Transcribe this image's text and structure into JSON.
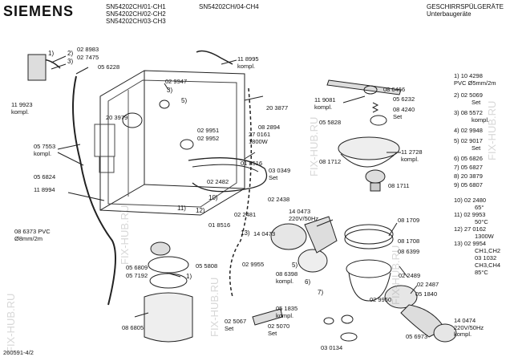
{
  "header": {
    "brand": "SIEMENS",
    "models_left": [
      "SN54202CH/01-CH1",
      "SN54202CH/02-CH2",
      "SN54202CH/03-CH3"
    ],
    "model_right": "SN54202CH/04-CH4",
    "category": "GESCHIRRSPÜLGERÄTE",
    "subcategory": "Unterbaugeräte"
  },
  "footer": {
    "doc_id": "260591-4/2"
  },
  "watermark": "FIX-HUB.RU",
  "parts": [
    "02 8983",
    "02 7475",
    "05 6228",
    "11 8995 kompl.",
    "02 9947",
    "11 9923 kompl.",
    "20 3877",
    "20 3979",
    "08 2894",
    "02 9951",
    "02 9952",
    "27 0161 1800W",
    "05 7553 kompl.",
    "05 6824",
    "01 8516",
    "03 0349 Set",
    "02 2482",
    "11 8994",
    "02 2481",
    "01 8516",
    "08 6373 PVC Ø8mm/2m",
    "05 6809",
    "05 7192",
    "05 5808",
    "08 6805",
    "11 9081 kompl.",
    "08 6466",
    "05 6232",
    "05 5828",
    "08 4240 Set",
    "08 1712",
    "11 2728 kompl.",
    "08 1711",
    "02 2438",
    "14 0473 220V/50Hz",
    "14 0473",
    "02 9955",
    "08 1709",
    "08 1708",
    "08 6398 kompl.",
    "08 6399",
    "02 2489",
    "02 2487",
    "05 1840",
    "02 9950",
    "05 1835 kompl.",
    "02 5067 Set",
    "02 5070 Set",
    "03 0134",
    "05 6973",
    "14 0474 220V/50Hz kompl."
  ],
  "callouts": [
    "1)",
    "2)",
    "3)",
    "3)",
    "5)",
    "10)",
    "11)",
    "12)",
    "13)",
    "1)",
    "5)",
    "6)",
    "7)"
  ],
  "legend": [
    "1) 10 4298",
    "PVC Ø5mm/2m",
    "2) 02 5069",
    "Set",
    "3) 08 5572",
    "kompl.",
    "4) 02 9948",
    "5) 02 9017",
    "Set",
    "6) 05 6826",
    "7) 05 6827",
    "8) 20 3879",
    "9) 05 6807",
    "10) 02 2480",
    "65°",
    "11) 02 9953",
    "50°C",
    "12) 27 0162",
    "1300W",
    "13) 02 9954",
    "CH1,CH2",
    "03 1032",
    "CH3,CH4",
    "85°C"
  ]
}
